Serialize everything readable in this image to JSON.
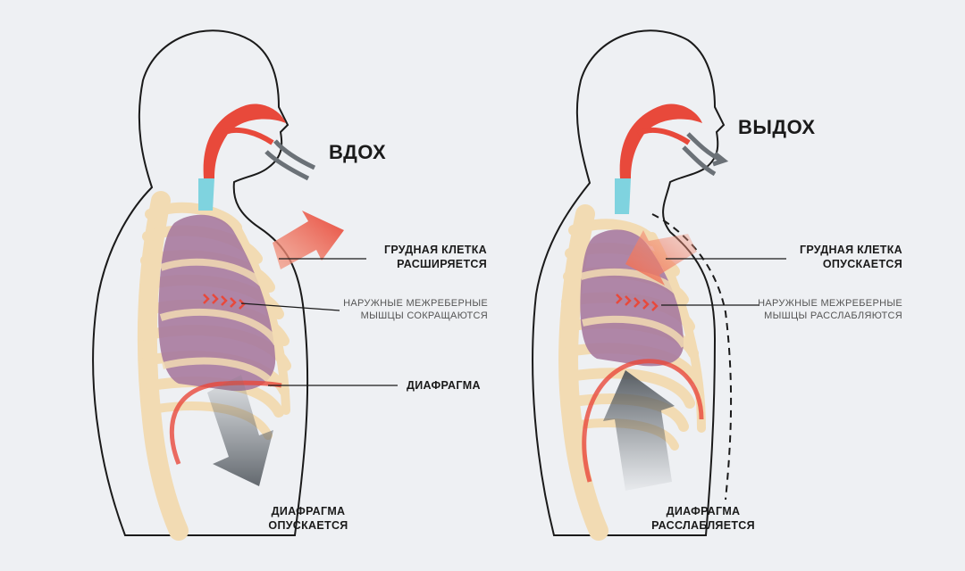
{
  "left": {
    "title": "ВДОХ",
    "chest_line1": "ГРУДНАЯ КЛЕТКА",
    "chest_line2": "РАСШИРЯЕТСЯ",
    "muscles_line1": "НАРУЖНЫЕ МЕЖРЕБЕРНЫЕ",
    "muscles_line2": "МЫШЦЫ СОКРАЩАЮТСЯ",
    "diaphragm": "ДИАФРАГМА",
    "bottom_line1": "ДИАФРАГМА",
    "bottom_line2": "ОПУСКАЕТСЯ"
  },
  "right": {
    "title": "ВЫДОХ",
    "chest_line1": "ГРУДНАЯ КЛЕТКА",
    "chest_line2": "ОПУСКАЕТСЯ",
    "muscles_line1": "НАРУЖНЫЕ МЕЖРЕБЕРНЫЕ",
    "muscles_line2": "МЫШЦЫ РАССЛАБЛЯЮТСЯ",
    "bottom_line1": "ДИАФРАГМА",
    "bottom_line2": "РАССЛАБЛЯЕТСЯ"
  },
  "colors": {
    "background": "#eef0f3",
    "bone": "#f2dbb3",
    "lung": "#a77a9e",
    "airway": "#e8493b",
    "trachea": "#7fd3df",
    "arrow_expand": "#f0745a",
    "arrow_gray": "#6b7177"
  }
}
